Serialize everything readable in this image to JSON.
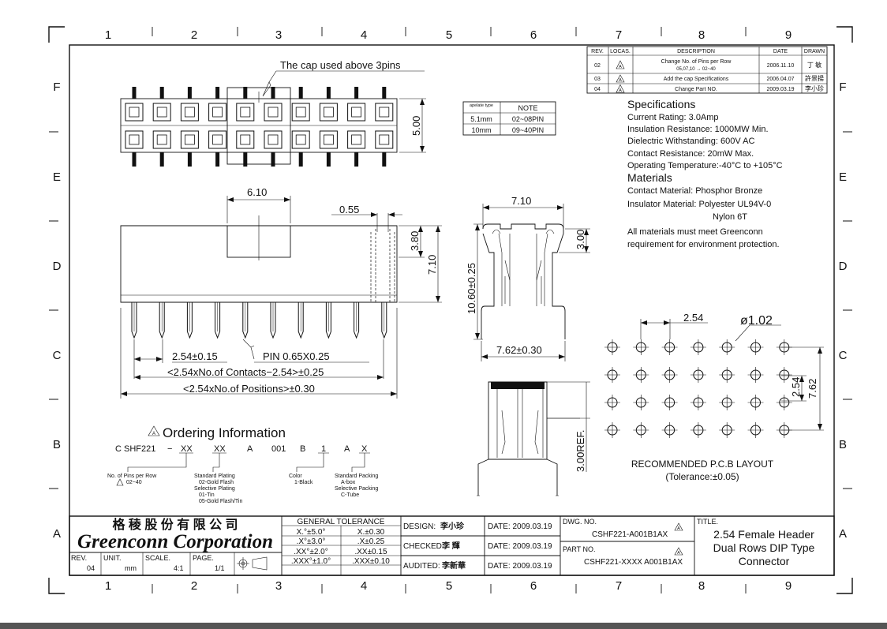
{
  "frame": {
    "columns": [
      "1",
      "2",
      "3",
      "4",
      "5",
      "6",
      "7",
      "8",
      "9"
    ],
    "rows": [
      "F",
      "E",
      "D",
      "C",
      "B",
      "A"
    ]
  },
  "revision_table": {
    "headers": [
      "REV.",
      "LOCAS.",
      "DESCRIPTION",
      "DATE",
      "DRAWN"
    ],
    "rows": [
      {
        "rev": "02",
        "loc": "A",
        "desc": "Change No. of Pins per Row",
        "desc2": "05,07,10 → 02~40",
        "date": "2006.11.10",
        "drawn": "丁 敏"
      },
      {
        "rev": "03",
        "loc": "A",
        "desc": "Add the cap Specifications",
        "desc2": "",
        "date": "2006.04.07",
        "drawn": "許景揚"
      },
      {
        "rev": "04",
        "loc": "A",
        "desc": "Change Part NO.",
        "desc2": "",
        "date": "2009.03.19",
        "drawn": "李小珍"
      }
    ]
  },
  "cap_note": "The cap used above 3pins",
  "note_table": {
    "h1": "apelate type",
    "h2": "NOTE",
    "rows": [
      {
        "type": "5.1mm",
        "note": "02~08PIN"
      },
      {
        "type": "10mm",
        "note": "09~40PIN"
      }
    ]
  },
  "specifications": {
    "title": "Specifications",
    "lines": [
      "Current Rating: 3.0Amp",
      "Insulation Resistance: 1000MW Min.",
      "Dielectric Withstanding: 600V AC",
      "Contact Resistance: 20mW Max.",
      "Operating Temperature:-40°C to +105°C"
    ]
  },
  "materials": {
    "title": "Materials",
    "lines": [
      "Contact Material: Phosphor Bronze",
      "Insulator Material: Polyester UL94V-0",
      "Nylon 6T",
      "All materials must meet Greenconn",
      "requirement for environment protection."
    ]
  },
  "dims": {
    "top_height": "5.00",
    "cap_width": "6.10",
    "pin_width": "0.55",
    "cap_height": "3.80",
    "body_height": "7.10",
    "pitch": "2.54±0.15",
    "pin_size": "PIN 0.65X0.25",
    "contacts_formula": "<2.54xNo.of Contacts−2.54>±0.25",
    "positions_formula": "<2.54xNo.of Positions>±0.30",
    "side_width": "7.10",
    "side_top": "3.00",
    "side_height": "10.60±0.25",
    "row_spacing": "7.62±0.30",
    "ref": "3.00REF.",
    "pcb_pitch_x": "2.54",
    "hole_dia": "ø1.02",
    "pcb_pitch_y": "2.54",
    "pcb_rows": "7.62"
  },
  "pcb_layout": {
    "title": "RECOMMENDED P.C.B LAYOUT",
    "tolerance": "(Tolerance:±0.05)"
  },
  "ordering": {
    "title": "Ordering Information",
    "code": [
      "C SHF221",
      "−",
      "XX",
      "XX",
      "A",
      "001",
      "B",
      "1",
      "A",
      "X"
    ],
    "legend": {
      "pins": [
        "No. of Pins per Row",
        "02~40"
      ],
      "plating": [
        "Standard Plating",
        "02-Gold Flash",
        "Selective Plating",
        "01-Tin",
        "05-Gold Flash/Tin"
      ],
      "color": [
        "Color",
        "1-Black"
      ],
      "packing": [
        "Standard Packing",
        "A-box",
        "Selective Packing",
        "C-Tube"
      ]
    }
  },
  "title_block": {
    "company_cn": "格 稜 股 份 有 限 公 司",
    "company_en": "Greenconn Corporation",
    "general_tolerance": "GENERAL TOLERANCE",
    "tolerances": [
      [
        "X.°±5.0°",
        "X.±0.30"
      ],
      [
        ".X°±3.0°",
        ".X±0.25"
      ],
      [
        ".XX°±2.0°",
        ".XX±0.15"
      ],
      [
        ".XXX°±1.0°",
        ".XXX±0.10"
      ]
    ],
    "rev_label": "REV.",
    "rev": "04",
    "unit_label": "UNIT.",
    "unit": "mm",
    "scale_label": "SCALE.",
    "scale": "4:1",
    "page_label": "PAGE.",
    "page": "1/1",
    "design_label": "DESIGN:",
    "design_by": "李小珍",
    "checked_label": "CHECKED:",
    "checked_by": "李 輝",
    "audited_label": "AUDITED:",
    "audited_by": "李新華",
    "date1": "DATE: 2009.03.19",
    "date2": "DATE: 2009.03.19",
    "date3": "DATE: 2009.03.19",
    "dwg_label": "DWG. NO.",
    "dwg_no": "CSHF221-A001B1AX",
    "part_label": "PART NO.",
    "part_no": "CSHF221-XXXX A001B1AX",
    "title_label": "TITLE.",
    "title_lines": [
      "2.54 Female Header",
      "Dual Rows DIP Type",
      "Connector"
    ]
  }
}
